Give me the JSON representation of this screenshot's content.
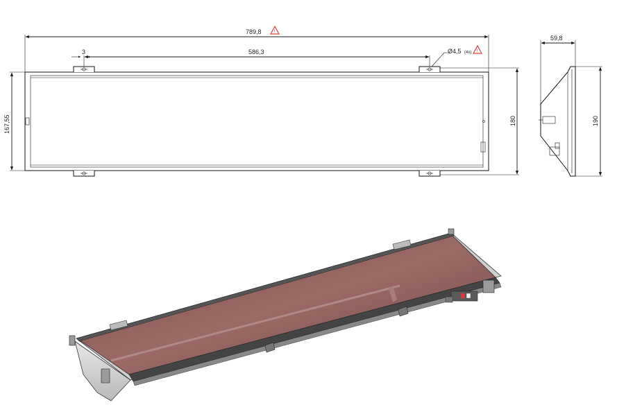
{
  "top_view": {
    "overall_length": "789,8",
    "hole_spacing": "586,3",
    "tab_width": "3",
    "hole_diameter": "Ø4,5",
    "hole_count": "(4x)",
    "inner_height": "167,55",
    "outer_height": "180"
  },
  "side_view": {
    "depth": "59,8",
    "height": "190"
  },
  "colors": {
    "line": "#1a1a1a",
    "warning": "#e0403a",
    "glass": "#8a5a5a",
    "housing": "#d8d8d8"
  },
  "icons": {
    "warning": "warning-triangle-icon"
  }
}
